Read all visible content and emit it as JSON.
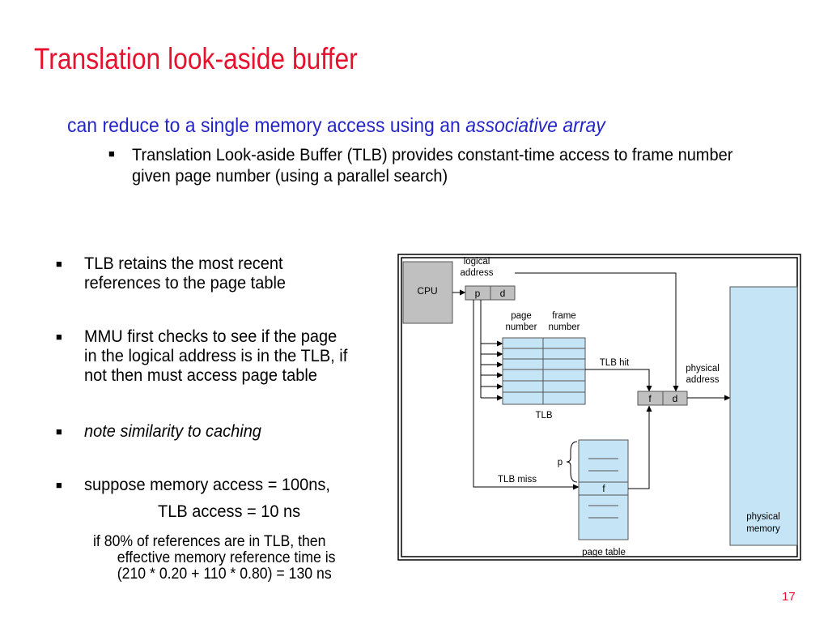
{
  "slide": {
    "title": "Translation look-aside buffer",
    "subtitle": {
      "text_plain": "can reduce to a single memory access using an ",
      "text_emphasis": "associative array"
    },
    "sub_bullet": {
      "line1": "Translation Look-aside Buffer (TLB) provides constant-time access to frame number",
      "line2": "given page number (using a parallel search)"
    },
    "bullets": [
      {
        "line1": "TLB retains the most recent",
        "line2": "references to the page table"
      },
      {
        "line1": "MMU first checks to see if the page",
        "line2": "in the logical address is in the TLB, if",
        "line3": "not then must access page table"
      },
      {
        "line1": "note similarity to caching"
      },
      {
        "line1": "suppose memory access = 100ns,"
      }
    ],
    "bullet_marker": "■",
    "indent_line": "TLB access = 10 ns",
    "conclusion": {
      "line1": "if 80% of references are in TLB, then",
      "line2": "effective memory reference time is",
      "line3": "(210 * 0.20 + 110 * 0.80) = 130 ns"
    },
    "page_number": "17"
  },
  "diagram": {
    "cpu_label": "CPU",
    "logical_address_line1": "logical",
    "logical_address_line2": "address",
    "p_label": "p",
    "d_label": "d",
    "page_number_line1": "page",
    "page_number_line2": "number",
    "frame_number_line1": "frame",
    "frame_number_line2": "number",
    "tlb_label": "TLB",
    "tlb_hit_label": "TLB hit",
    "tlb_miss_label": "TLB miss",
    "physical_address_line1": "physical",
    "physical_address_line2": "address",
    "f_label": "f",
    "f_d_label": "d",
    "page_table_label": "page table",
    "page_table_p_label": "p",
    "page_table_f_label": "f",
    "physical_memory_line1": "physical",
    "physical_memory_line2": "memory"
  }
}
